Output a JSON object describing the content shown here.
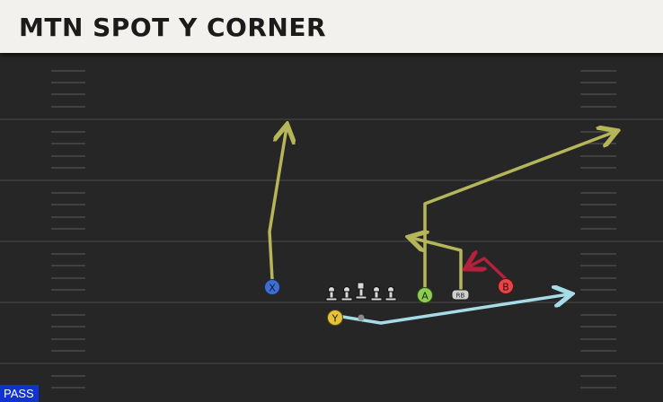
{
  "header": {
    "title": "MTN SPOT Y CORNER"
  },
  "badge": {
    "label": "PASS"
  },
  "players": {
    "x": "X",
    "a": "A",
    "rb": "RB",
    "b": "B",
    "y": "Y"
  },
  "colors": {
    "route_yellow": "#b5b55a",
    "route_red": "#b3223a",
    "route_blue": "#a6dce8",
    "x_player": "#3c6fd0",
    "a_player": "#8fcc54",
    "b_player": "#e0464a",
    "y_player": "#e5c23a",
    "rb_player": "#cfcfcf",
    "field": "#262626",
    "badge": "#1232cf"
  }
}
